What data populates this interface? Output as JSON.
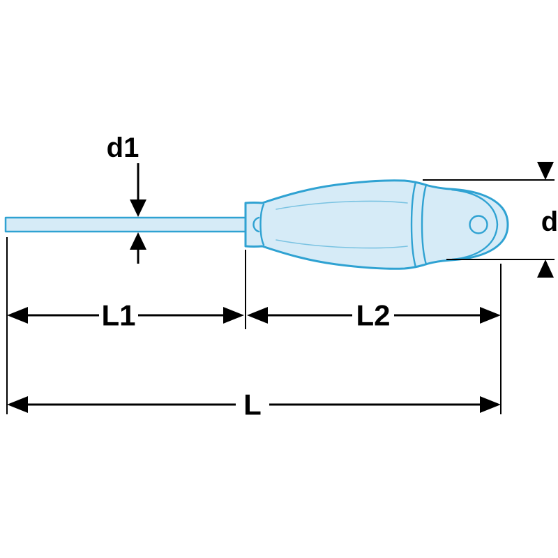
{
  "diagram": {
    "labels": {
      "shaft_diameter": "d1",
      "handle_diameter": "d",
      "shaft_length": "L1",
      "handle_length": "L2",
      "total_length": "L"
    },
    "colors": {
      "outline": "#2fa2d2",
      "fill": "#d6ebf7",
      "dimensions": "#000000",
      "background": "#ffffff"
    }
  }
}
